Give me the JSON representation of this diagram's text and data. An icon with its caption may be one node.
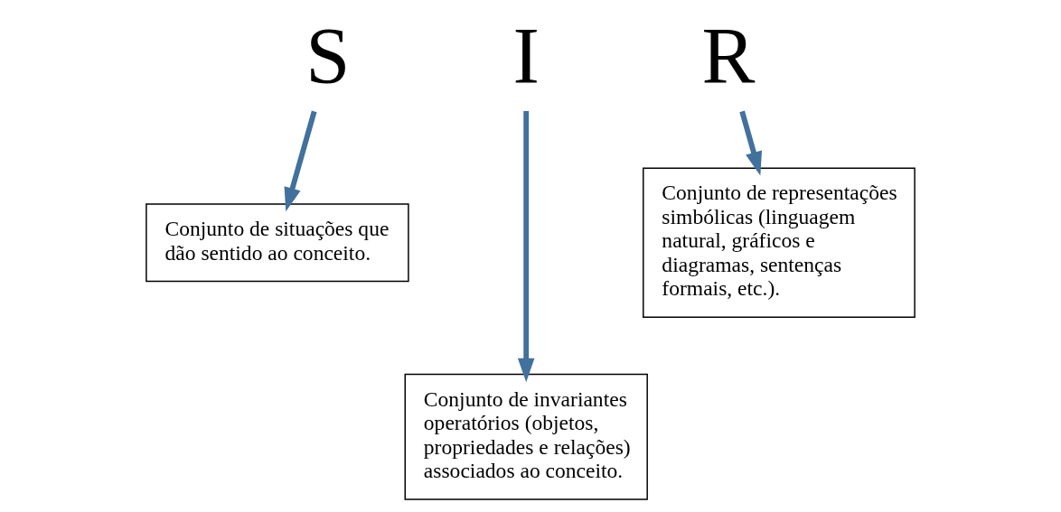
{
  "diagram": {
    "nodes": [
      {
        "text": [
          "S"
        ]
      },
      {
        "text": [
          "I"
        ]
      },
      {
        "text": [
          "R"
        ]
      },
      {
        "text": [
          "Conjunto de situações que dão sentido ao conceito."
        ]
      },
      {
        "text": [
          "Conjunto de representações simbólicas (linguagem natural, gráficos e diagramas, sentenças formais, etc.)."
        ]
      },
      {
        "text": [
          "Conjunto de invariantes operatórios (objetos, propriedades e relações) associados ao conceito."
        ]
      }
    ],
    "edges": [
      {
        "from": 0,
        "to": 3,
        "arrow": "to"
      },
      {
        "from": 1,
        "to": 5,
        "arrow": "to"
      },
      {
        "from": 2,
        "to": 4,
        "arrow": "to"
      }
    ]
  }
}
